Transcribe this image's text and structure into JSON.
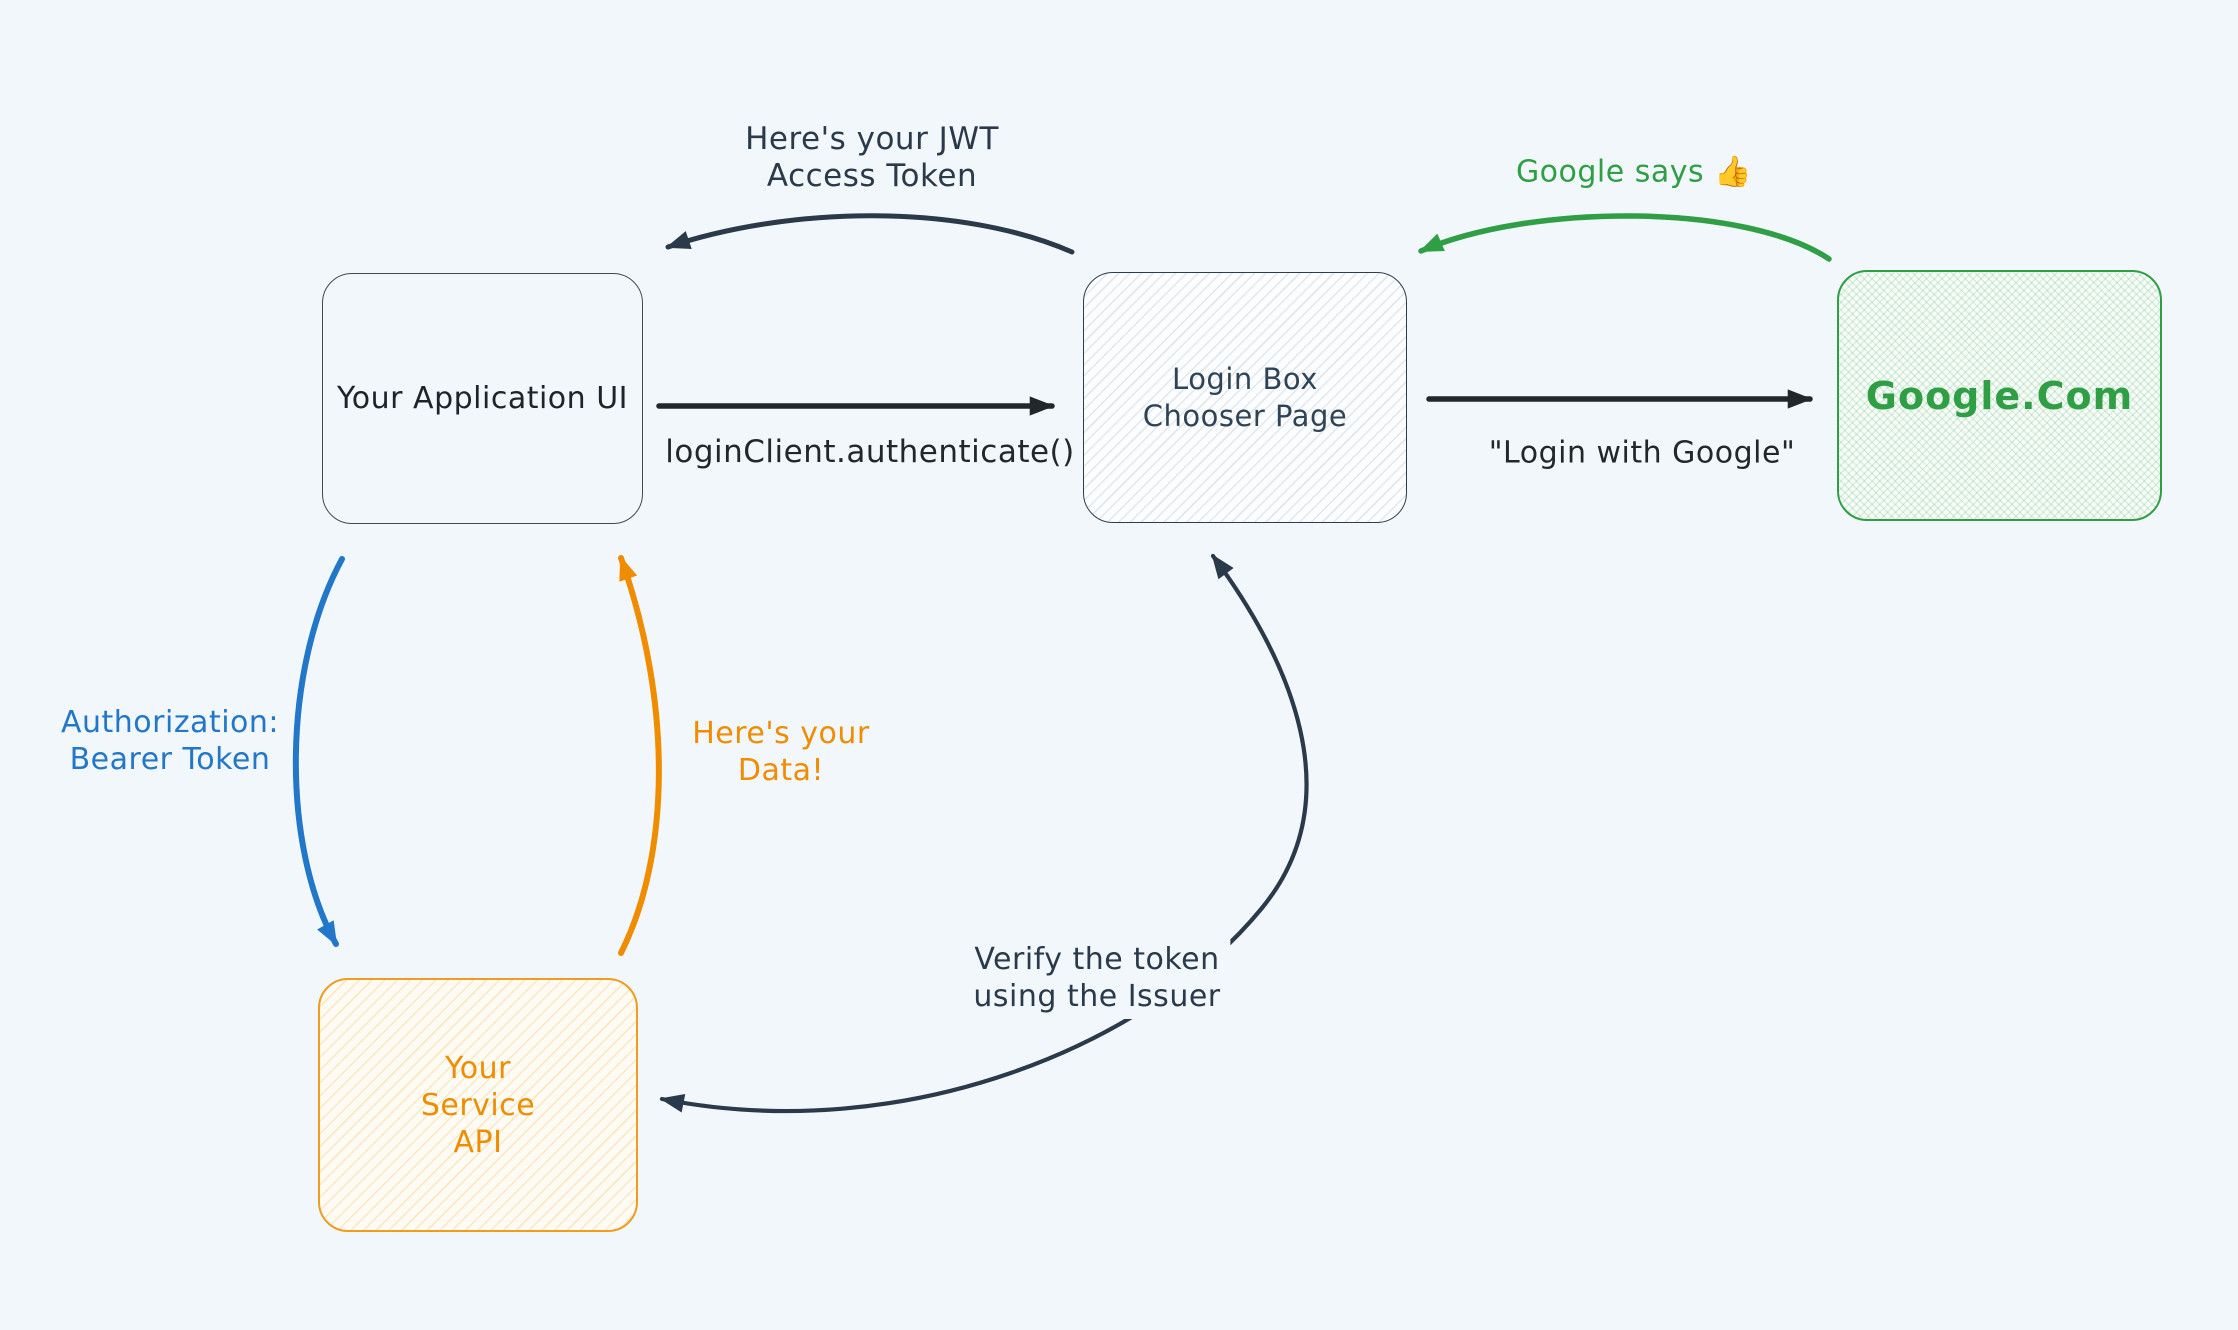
{
  "canvas": {
    "background_color": "#f2f7fc"
  },
  "nodes": {
    "app_ui": {
      "label": "Your Application UI",
      "text_color": "#20242a",
      "border_color": "#45494e",
      "fill": "none"
    },
    "login_box": {
      "label": "Login Box\nChooser Page",
      "text_color": "#2e4456",
      "border_color": "#2e3d4c",
      "fill": "gray-hachure"
    },
    "google": {
      "label": "Google.Com",
      "text_color": "#2f9e44",
      "border_color": "#2f9e44",
      "fill": "green-crosshatch"
    },
    "service_api": {
      "label": "Your\nService\nAPI",
      "text_color": "#f08c00",
      "border_color": "#f09c1e",
      "fill": "yellow-hachure"
    }
  },
  "edges": {
    "jwt": {
      "label": "Here's your JWT\nAccess Token",
      "color": "#2b3a4a",
      "from": "login_box",
      "to": "app_ui"
    },
    "authenticate": {
      "label": "loginClient.authenticate()",
      "color": "#23272c",
      "from": "app_ui",
      "to": "login_box"
    },
    "login_with_google": {
      "label": "\"Login with Google\"",
      "color": "#23272c",
      "from": "login_box",
      "to": "google"
    },
    "google_says": {
      "label": "Google says 👍",
      "color": "#2f9e44",
      "from": "google",
      "to": "login_box"
    },
    "bearer_token": {
      "label": "Authorization:\nBearer Token",
      "color": "#2277c8",
      "from": "app_ui",
      "to": "service_api"
    },
    "heres_your_data": {
      "label": "Here's your\nData!",
      "color": "#f08c00",
      "from": "service_api",
      "to": "app_ui"
    },
    "verify_token": {
      "label": "Verify the token\nusing the Issuer",
      "color": "#2b3a4a",
      "from": "service_api",
      "to": "login_box",
      "double_headed": true
    }
  }
}
